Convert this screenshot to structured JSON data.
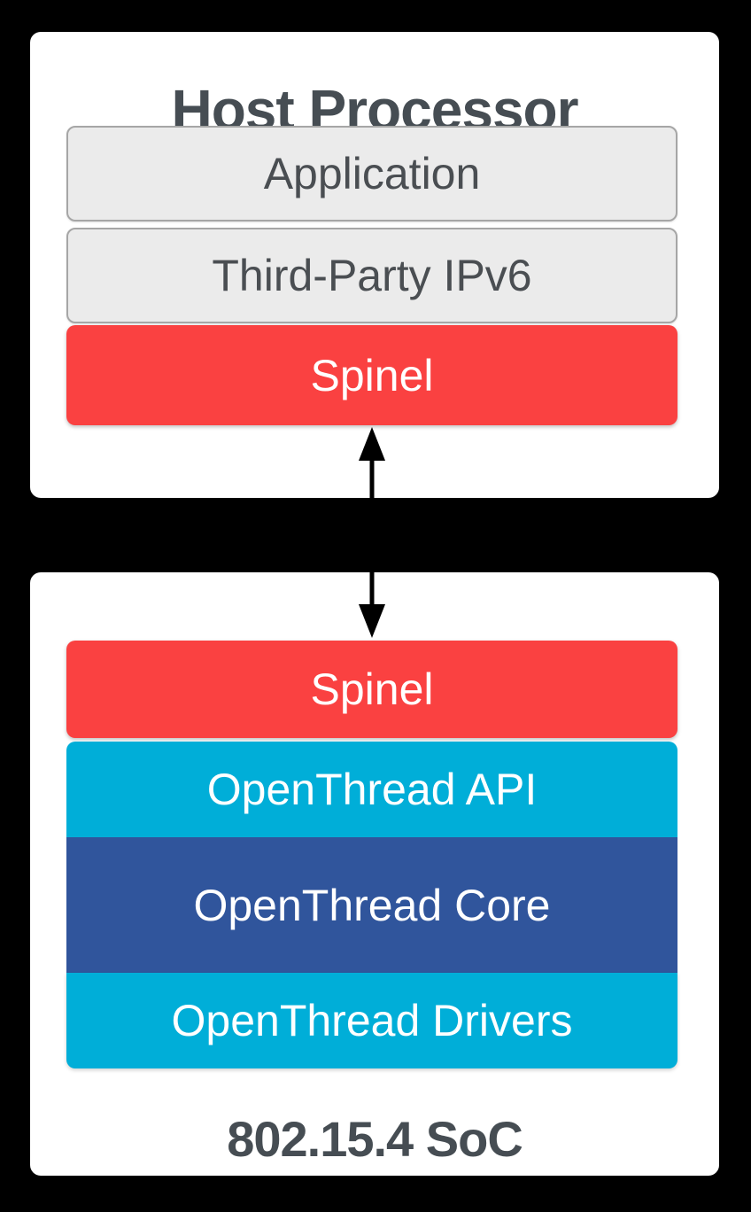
{
  "diagram": {
    "kind": "architecture-stack-diagram",
    "colors": {
      "background": "#000000",
      "panel": "#ffffff",
      "layer_plain_fill": "#ebebeb",
      "layer_plain_border": "#a6a6a6",
      "spinel_red": "#fa4141",
      "openthread_cyan": "#00aed8",
      "openthread_blue": "#30559c",
      "title_text": "#464d53",
      "layer_text_dark": "#4a4e52",
      "layer_text_light": "#ffffff",
      "arrow": "#000000"
    }
  },
  "host": {
    "title": "Host Processor",
    "layers": [
      {
        "label": "Application"
      },
      {
        "label": "Third-Party IPv6"
      },
      {
        "label": "Spinel"
      }
    ]
  },
  "soc": {
    "title": "802.15.4 SoC",
    "layers": [
      {
        "label": "Spinel"
      },
      {
        "label": "OpenThread API"
      },
      {
        "label": "OpenThread Core"
      },
      {
        "label": "OpenThread Drivers"
      }
    ]
  },
  "connector": {
    "type": "bidirectional-arrow",
    "direction": "vertical"
  }
}
